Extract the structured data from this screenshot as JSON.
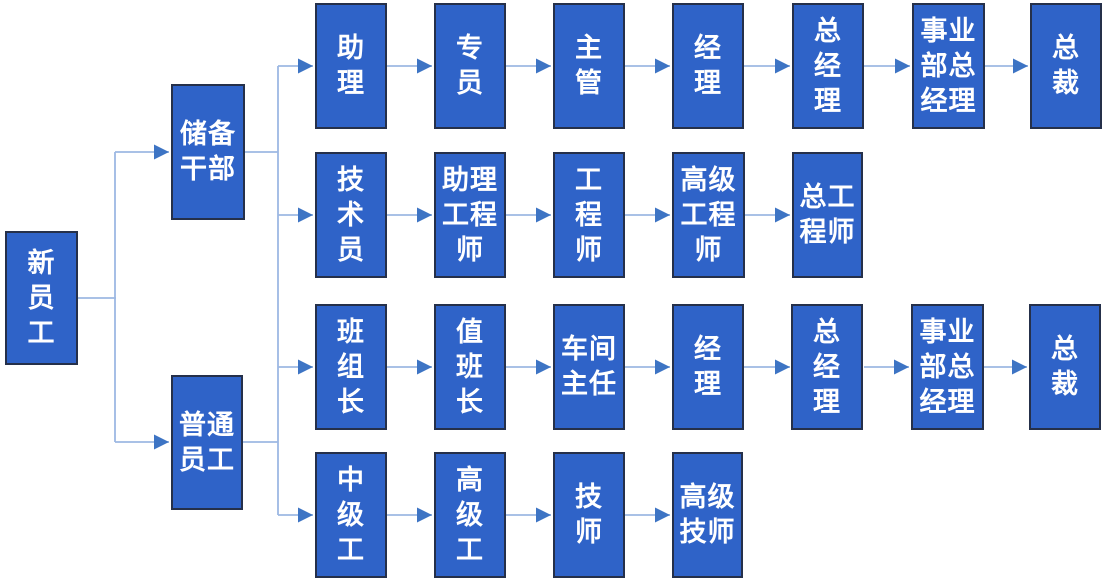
{
  "colors": {
    "background": "#FFFFFF",
    "box_fill": "#2F63C8",
    "box_border": "#25304A",
    "box_text": "#FFFFFF",
    "connector_line": "#9DB8E3",
    "arrowhead": "#3D74C4"
  },
  "nodes": [
    {
      "id": "new-employee",
      "label": "新\n员\n工"
    },
    {
      "id": "reserve-cadre",
      "label": "储备\n干部"
    },
    {
      "id": "ordinary-employee",
      "label": "普通\n员工"
    },
    {
      "id": "assistant",
      "label": "助\n理"
    },
    {
      "id": "specialist",
      "label": "专\n员"
    },
    {
      "id": "supervisor",
      "label": "主\n管"
    },
    {
      "id": "manager",
      "label": "经\n理"
    },
    {
      "id": "general-manager",
      "label": "总\n经\n理"
    },
    {
      "id": "division-general-manager",
      "label": "事业\n部总\n经理"
    },
    {
      "id": "president",
      "label": "总\n裁"
    },
    {
      "id": "technician",
      "label": "技\n术\n员"
    },
    {
      "id": "assistant-engineer",
      "label": "助理\n工程\n师"
    },
    {
      "id": "engineer",
      "label": "工\n程\n师"
    },
    {
      "id": "senior-engineer",
      "label": "高级\n工程\n师"
    },
    {
      "id": "chief-engineer",
      "label": "总工\n程师"
    },
    {
      "id": "team-leader",
      "label": "班\n组\n长"
    },
    {
      "id": "shift-leader",
      "label": "值\n班\n长"
    },
    {
      "id": "workshop-director",
      "label": "车间\n主任"
    },
    {
      "id": "manager-2",
      "label": "经\n理"
    },
    {
      "id": "general-manager-2",
      "label": "总\n经\n理"
    },
    {
      "id": "division-general-manager-2",
      "label": "事业\n部总\n经理"
    },
    {
      "id": "president-2",
      "label": "总\n裁"
    },
    {
      "id": "intermediate-worker",
      "label": "中\n级\n工"
    },
    {
      "id": "senior-worker",
      "label": "高\n级\n工"
    },
    {
      "id": "skilled-technician",
      "label": "技\n师"
    },
    {
      "id": "senior-skilled-technician",
      "label": "高级\n技师"
    }
  ],
  "edges": [
    {
      "from": "new-employee",
      "to": "reserve-cadre"
    },
    {
      "from": "new-employee",
      "to": "ordinary-employee"
    },
    {
      "from": "reserve-cadre",
      "to": "assistant"
    },
    {
      "from": "reserve-cadre",
      "to": "technician"
    },
    {
      "from": "assistant",
      "to": "specialist"
    },
    {
      "from": "specialist",
      "to": "supervisor"
    },
    {
      "from": "supervisor",
      "to": "manager"
    },
    {
      "from": "manager",
      "to": "general-manager"
    },
    {
      "from": "general-manager",
      "to": "division-general-manager"
    },
    {
      "from": "division-general-manager",
      "to": "president"
    },
    {
      "from": "technician",
      "to": "assistant-engineer"
    },
    {
      "from": "assistant-engineer",
      "to": "engineer"
    },
    {
      "from": "engineer",
      "to": "senior-engineer"
    },
    {
      "from": "senior-engineer",
      "to": "chief-engineer"
    },
    {
      "from": "ordinary-employee",
      "to": "team-leader"
    },
    {
      "from": "ordinary-employee",
      "to": "intermediate-worker"
    },
    {
      "from": "team-leader",
      "to": "shift-leader"
    },
    {
      "from": "shift-leader",
      "to": "workshop-director"
    },
    {
      "from": "workshop-director",
      "to": "manager-2"
    },
    {
      "from": "manager-2",
      "to": "general-manager-2"
    },
    {
      "from": "general-manager-2",
      "to": "division-general-manager-2"
    },
    {
      "from": "division-general-manager-2",
      "to": "president-2"
    },
    {
      "from": "intermediate-worker",
      "to": "senior-worker"
    },
    {
      "from": "senior-worker",
      "to": "skilled-technician"
    },
    {
      "from": "skilled-technician",
      "to": "senior-skilled-technician"
    }
  ]
}
